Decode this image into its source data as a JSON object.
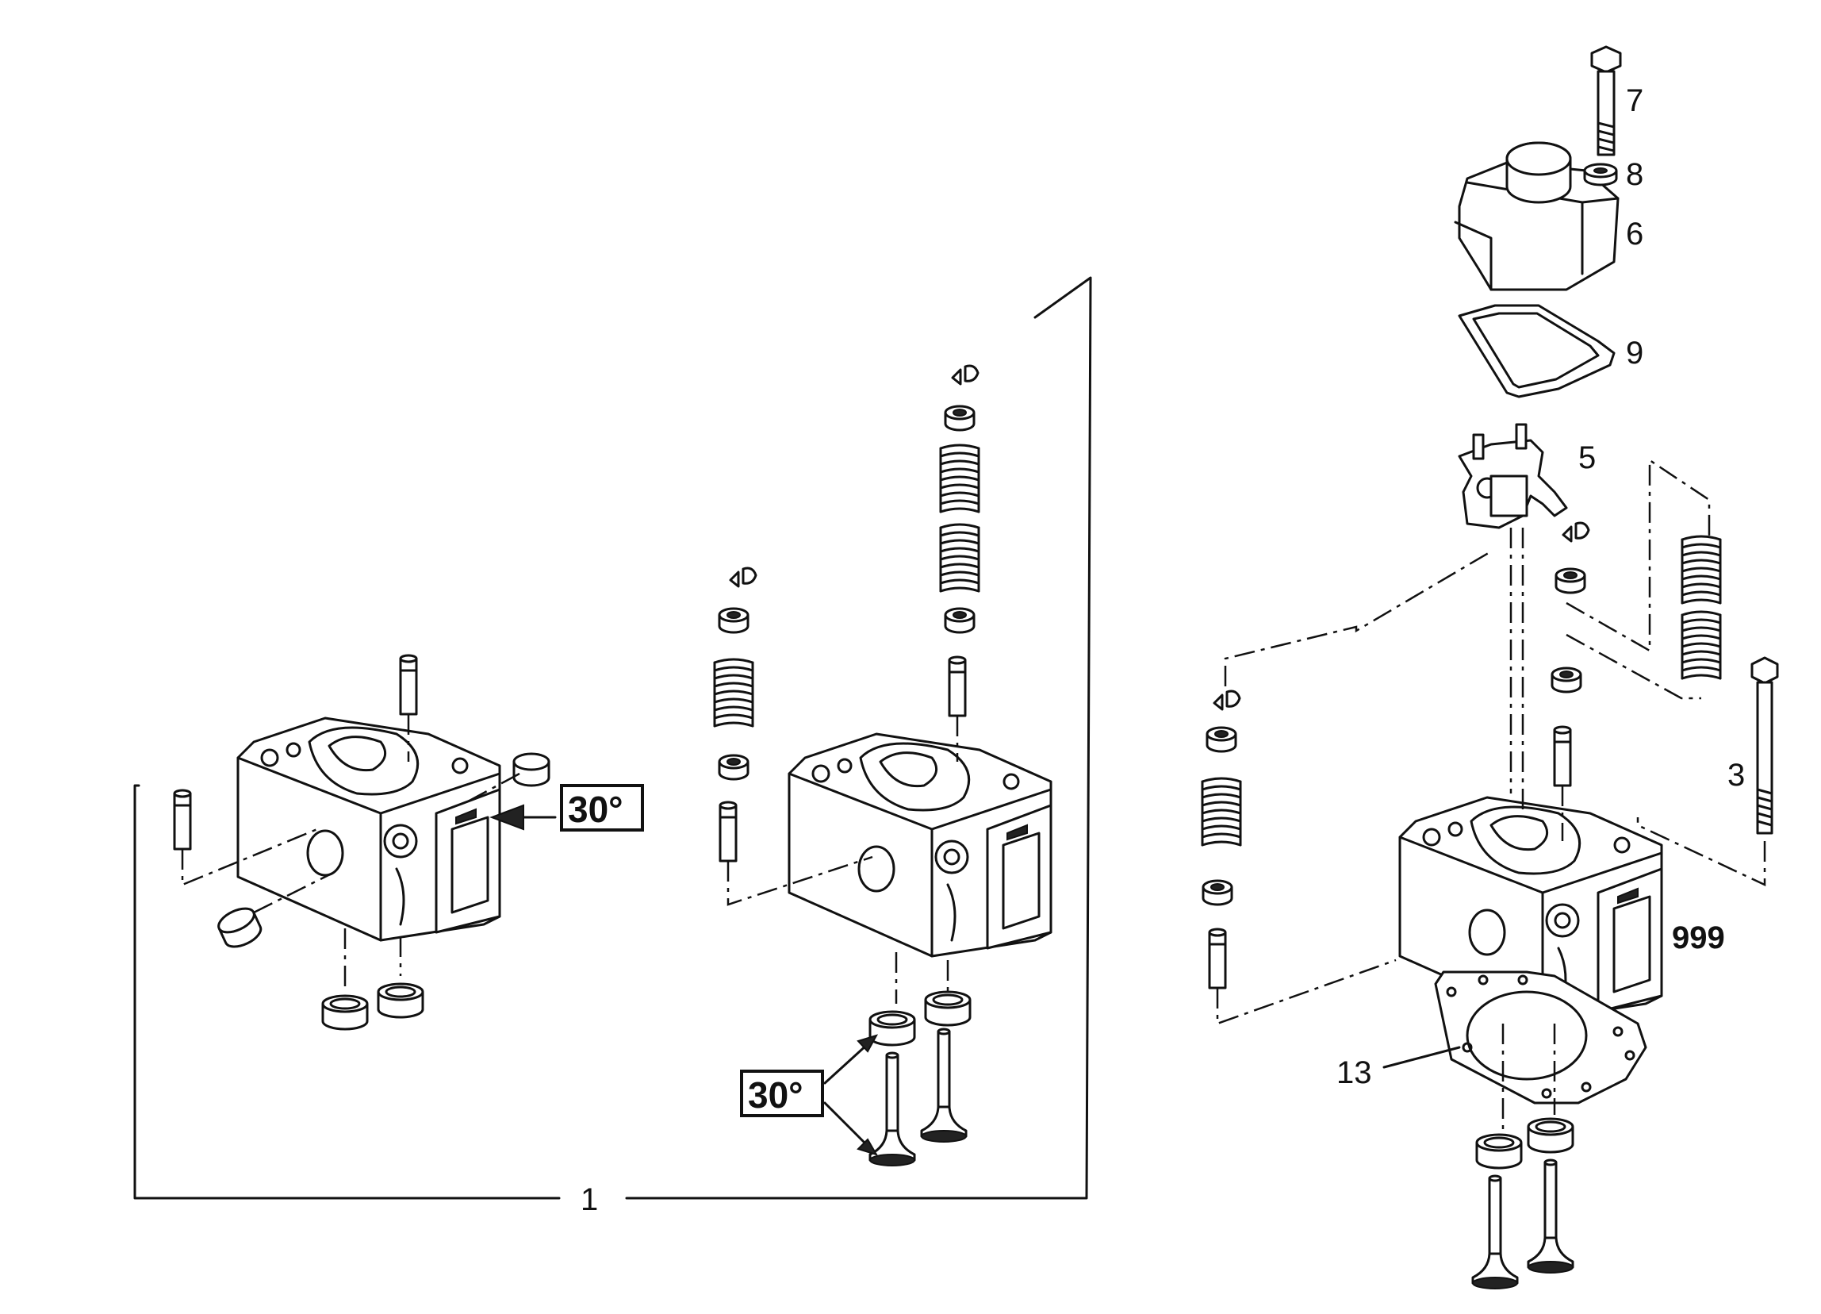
{
  "callouts": {
    "assembly": "1",
    "bolt": "3",
    "rocker_assembly": "5",
    "cover": "6",
    "cover_bolt": "7",
    "washer": "8",
    "cover_gasket": "9",
    "head_gasket": "13",
    "cylinder_head": "999"
  },
  "angle_notes": {
    "seat_angle_left": "30°",
    "seat_angle_center": "30°"
  }
}
